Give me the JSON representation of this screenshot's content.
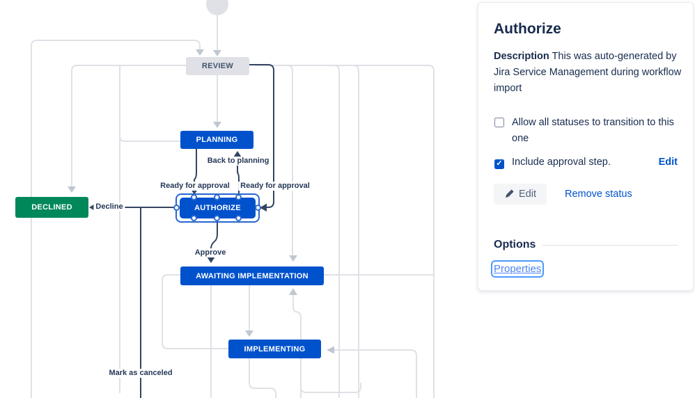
{
  "icons": {
    "checkmark": "✓"
  },
  "diagram": {
    "statuses": [
      {
        "id": "review",
        "label": "REVIEW",
        "color": "#DFE1E6"
      },
      {
        "id": "planning",
        "label": "PLANNING",
        "color": "#0052CC"
      },
      {
        "id": "authorize",
        "label": "AUTHORIZE",
        "color": "#0052CC",
        "selected": true
      },
      {
        "id": "declined",
        "label": "DECLINED",
        "color": "#00875A"
      },
      {
        "id": "awaiting-implementation",
        "label": "AWAITING IMPLEMENTATION",
        "color": "#0052CC"
      },
      {
        "id": "implementing",
        "label": "IMPLEMENTING",
        "color": "#0052CC"
      }
    ],
    "transitions": [
      {
        "label": "Back to planning"
      },
      {
        "label": "Ready for approval"
      },
      {
        "label": "Ready for approval"
      },
      {
        "label": "Decline"
      },
      {
        "label": "Approve"
      },
      {
        "label": "Mark as canceled"
      }
    ],
    "colors": {
      "selected_line": "#344563",
      "idle_line": "#DFE1E6",
      "idle_arrow": "#C1C7D0",
      "selection_ring": "#2667CF"
    }
  },
  "panel": {
    "title": "Authorize",
    "description_label": "Description",
    "description_text": "This was auto-generated by Jira Service Management during workflow import",
    "checkbox_allow": {
      "label": "Allow all statuses to transition to this one",
      "checked": false
    },
    "checkbox_approval": {
      "label": "Include approval step.",
      "checked": true,
      "edit_link": "Edit"
    },
    "edit_button_label": "Edit",
    "remove_status_label": "Remove status",
    "options_heading": "Options",
    "properties_label": "Properties"
  }
}
